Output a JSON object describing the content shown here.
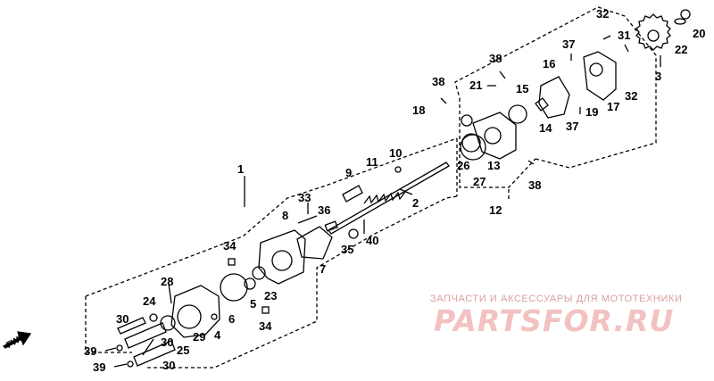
{
  "callouts": {
    "c1": "1",
    "c2": "2",
    "c3": "3",
    "c4": "4",
    "c5": "5",
    "c6": "6",
    "c7": "7",
    "c8": "8",
    "c9": "9",
    "c10": "10",
    "c11": "11",
    "c12": "12",
    "c13": "13",
    "c14": "14",
    "c15": "15",
    "c16": "16",
    "c17": "17",
    "c18": "18",
    "c19": "19",
    "c20": "20",
    "c21": "21",
    "c22": "22",
    "c23": "23",
    "c24": "24",
    "c25": "25",
    "c26": "26",
    "c27": "27",
    "c28": "28",
    "c29": "29",
    "c30": "30",
    "c31": "31",
    "c32": "32",
    "c33": "33",
    "c34": "34",
    "c35": "35",
    "c36": "36",
    "c37": "37",
    "c38": "38",
    "c39": "39",
    "c40": "40"
  },
  "fwd_label": "FWD",
  "watermark": {
    "tagline": "ЗАПЧАСТИ И АКСЕССУАРЫ ДЛЯ МОТОТЕХНИКИ",
    "logo": "PARTSFOR.RU"
  },
  "colors": {
    "line": "#000000",
    "watermark_text": "#d8a0a0",
    "watermark_logo": "#f2c2c2"
  }
}
